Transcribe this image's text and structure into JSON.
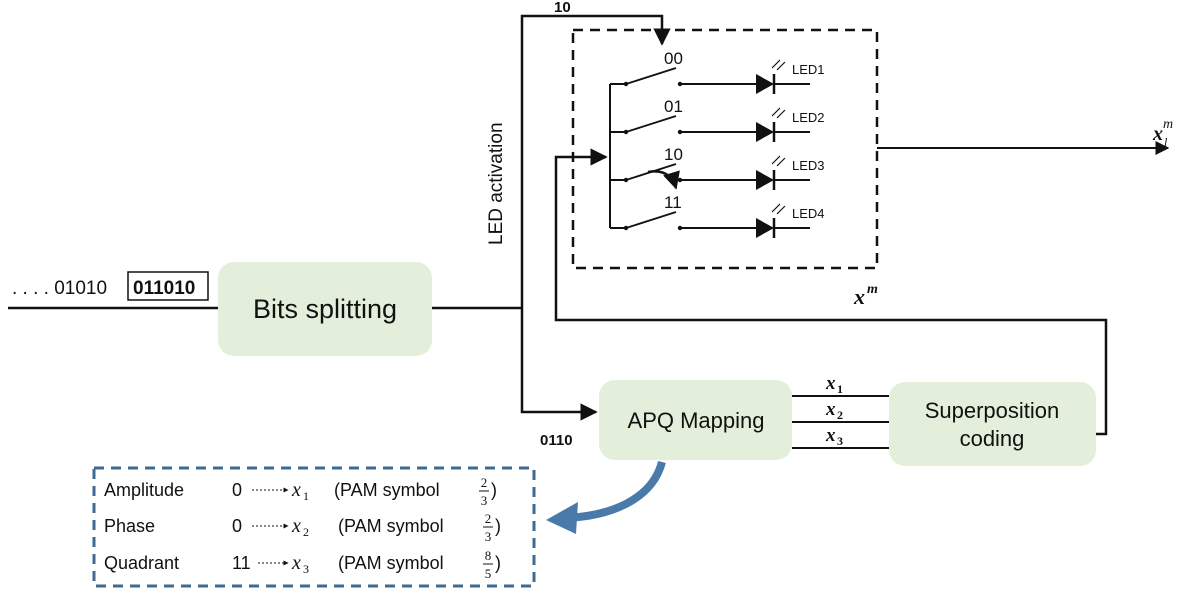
{
  "input_stream": {
    "prefix": ". . . . 01010 ",
    "boxed": "011010"
  },
  "blocks": {
    "bits_splitting": "Bits splitting",
    "apq_mapping": "APQ Mapping",
    "superposition_line1": "Superposition",
    "superposition_line2": "coding"
  },
  "labels": {
    "led_activation": "LED activation",
    "activation_bits": "10",
    "apq_bits": "0110",
    "x_m": "x",
    "x_m_sup": "m",
    "x_l_m": "x",
    "x_l_m_sub": "l",
    "x_l_m_sup": "m",
    "x1": "x",
    "x1_sub": "1",
    "x2": "x",
    "x2_sub": "2",
    "x3": "x",
    "x3_sub": "3"
  },
  "switches": [
    {
      "code": "00",
      "led": "LED1"
    },
    {
      "code": "01",
      "led": "LED2"
    },
    {
      "code": "10",
      "led": "LED3"
    },
    {
      "code": "11",
      "led": "LED4"
    }
  ],
  "mapping_table": [
    {
      "name": "Amplitude",
      "bits": "0",
      "var": "x",
      "sub": "1",
      "text": "(PAM symbol ",
      "num": "2",
      "den": "3",
      "close": ")"
    },
    {
      "name": "Phase",
      "bits": "0",
      "var": "x",
      "sub": "2",
      "text": "(PAM symbol ",
      "num": "2",
      "den": "3",
      "close": ")"
    },
    {
      "name": "Quadrant",
      "bits": "11",
      "var": "x",
      "sub": "3",
      "text": "(PAM symbol ",
      "num": "8",
      "den": "5",
      "close": ")"
    }
  ],
  "colors": {
    "block_fill": "#e3efda",
    "table_border": "#3d6b96",
    "curved_arrow": "#4a7aaa",
    "line": "#111111"
  },
  "icons": [
    "led-diode-icon",
    "switch-icon",
    "curved-arrow-icon"
  ]
}
